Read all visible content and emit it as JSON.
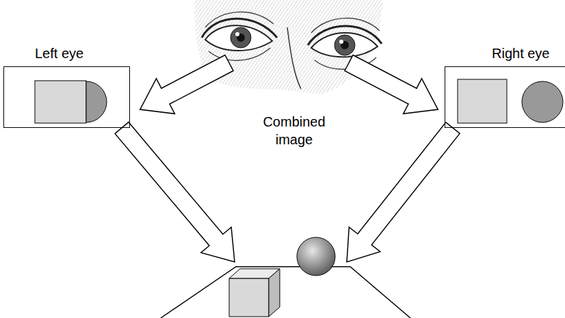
{
  "diagram": {
    "nodes": [
      {
        "text": [
          "Left eye"
        ]
      },
      {
        "text": [
          "Right eye"
        ]
      },
      {
        "text": [
          "Combined image"
        ]
      }
    ],
    "edges": [
      {
        "from": 0,
        "to": 2,
        "arrow": "to"
      },
      {
        "from": 1,
        "to": 2,
        "arrow": "to"
      }
    ]
  }
}
